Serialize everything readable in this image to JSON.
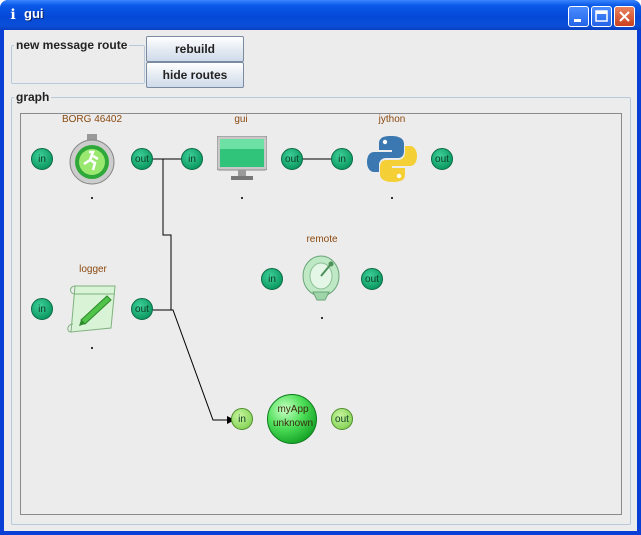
{
  "window": {
    "title": "gui"
  },
  "route_group": {
    "legend": "new message route"
  },
  "buttons": {
    "rebuild": "rebuild",
    "hide_routes": "hide routes"
  },
  "graph_group": {
    "legend": "graph"
  },
  "nodes": {
    "borg": {
      "label": "BORG 46402",
      "in": "in",
      "out": "out"
    },
    "gui": {
      "label": "gui",
      "in": "in",
      "out": "out"
    },
    "jython": {
      "label": "jython",
      "in": "in",
      "out": "out"
    },
    "remote": {
      "label": "remote",
      "in": "in",
      "out": "out"
    },
    "logger": {
      "label": "logger",
      "in": "in",
      "out": "out"
    },
    "myapp": {
      "label_line1": "myApp",
      "label_line2": "unknown",
      "in": "in",
      "out": "out"
    }
  },
  "icons": {
    "borg": "stopwatch-runner-icon",
    "gui": "monitor-icon",
    "jython": "python-logo-icon",
    "remote": "satellite-dish-icon",
    "logger": "scroll-pen-icon",
    "myapp": "green-sphere-icon"
  },
  "colors": {
    "port_dark": "#0f9d65",
    "port_light": "#8cd65e",
    "node_label": "#8b4a10",
    "titlebar": "#0548d8"
  }
}
